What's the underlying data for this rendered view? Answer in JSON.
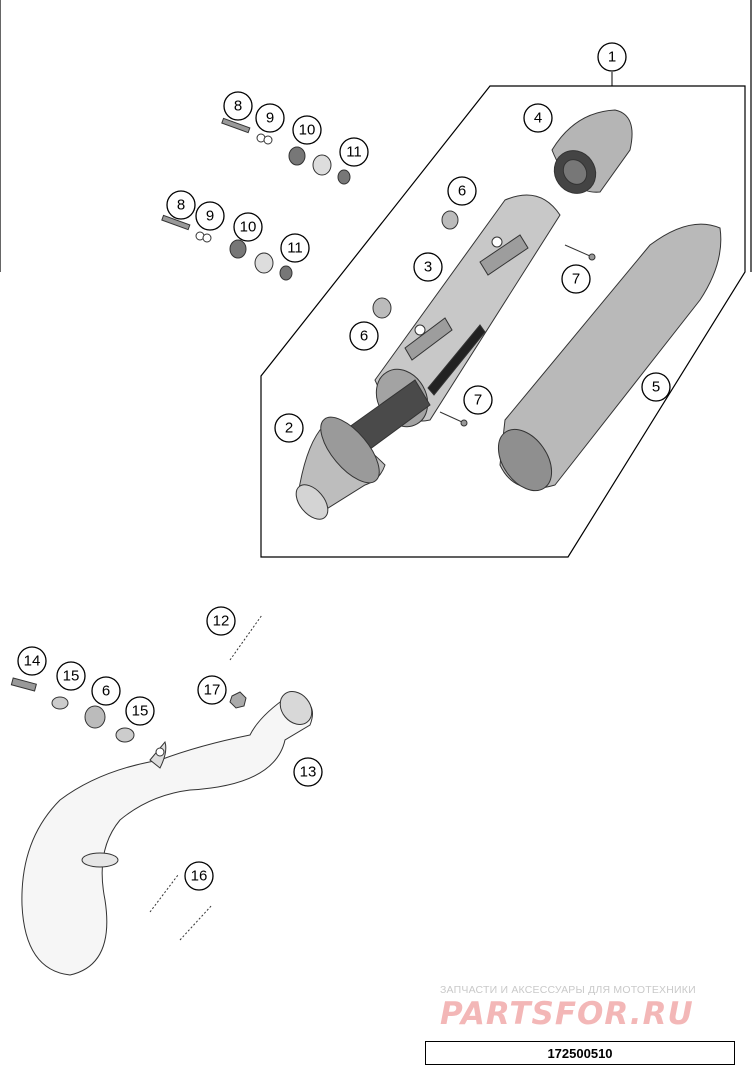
{
  "diagram": {
    "callouts": [
      {
        "id": "c1",
        "label": "1"
      },
      {
        "id": "c2",
        "label": "2"
      },
      {
        "id": "c3",
        "label": "3"
      },
      {
        "id": "c4",
        "label": "4"
      },
      {
        "id": "c5",
        "label": "5"
      },
      {
        "id": "c6a",
        "label": "6"
      },
      {
        "id": "c6b",
        "label": "6"
      },
      {
        "id": "c6c",
        "label": "6"
      },
      {
        "id": "c7a",
        "label": "7"
      },
      {
        "id": "c7b",
        "label": "7"
      },
      {
        "id": "c8a",
        "label": "8"
      },
      {
        "id": "c8b",
        "label": "8"
      },
      {
        "id": "c9a",
        "label": "9"
      },
      {
        "id": "c9b",
        "label": "9"
      },
      {
        "id": "c10a",
        "label": "10"
      },
      {
        "id": "c10b",
        "label": "10"
      },
      {
        "id": "c11a",
        "label": "11"
      },
      {
        "id": "c11b",
        "label": "11"
      },
      {
        "id": "c12",
        "label": "12"
      },
      {
        "id": "c13",
        "label": "13"
      },
      {
        "id": "c14",
        "label": "14"
      },
      {
        "id": "c15a",
        "label": "15"
      },
      {
        "id": "c15b",
        "label": "15"
      },
      {
        "id": "c16",
        "label": "16"
      },
      {
        "id": "c17",
        "label": "17"
      }
    ]
  },
  "watermark": {
    "tagline": "ЗАПЧАСТИ И АКСЕССУАРЫ ДЛЯ МОТОТЕХНИКИ",
    "logo": "PARTSFOR.RU"
  },
  "document_number": "172500510"
}
